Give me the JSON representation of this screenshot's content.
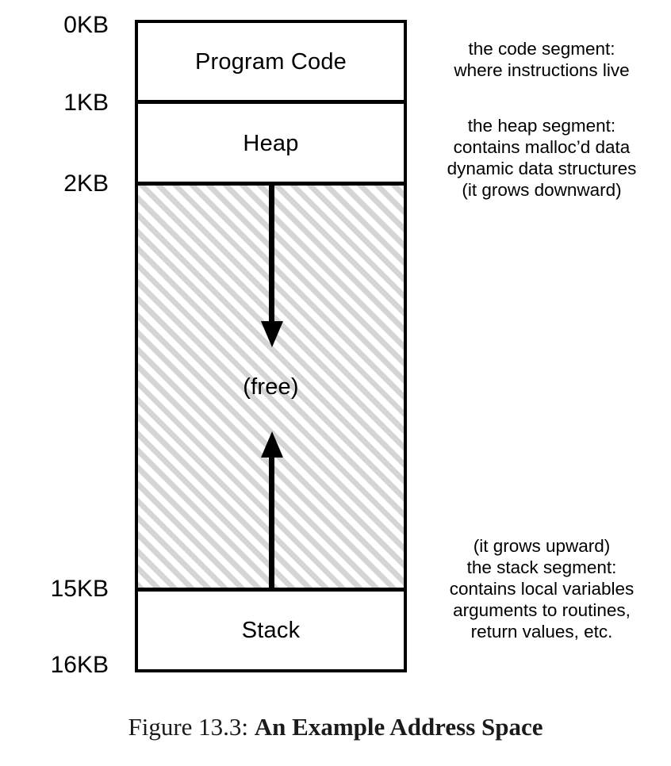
{
  "figure": {
    "caption_prefix": "Figure 13.3:",
    "caption_title": "An Example Address Space"
  },
  "axis": {
    "labels": [
      {
        "text": "0KB",
        "boundary": "top-of-code"
      },
      {
        "text": "1KB",
        "boundary": "code-heap"
      },
      {
        "text": "2KB",
        "boundary": "heap-free"
      },
      {
        "text": "15KB",
        "boundary": "free-stack"
      },
      {
        "text": "16KB",
        "boundary": "bottom-of-stack"
      }
    ]
  },
  "address_space": {
    "segments": [
      {
        "id": "code",
        "label": "Program Code",
        "fill": "white",
        "from": "0KB",
        "to": "1KB"
      },
      {
        "id": "heap",
        "label": "Heap",
        "fill": "white",
        "from": "1KB",
        "to": "2KB"
      },
      {
        "id": "free",
        "label": "(free)",
        "fill": "hatched",
        "from": "2KB",
        "to": "15KB"
      },
      {
        "id": "stack",
        "label": "Stack",
        "fill": "white",
        "from": "15KB",
        "to": "16KB"
      }
    ],
    "arrows": [
      {
        "id": "heap-growth",
        "direction": "down",
        "meaning": "heap grows downward"
      },
      {
        "id": "stack-growth",
        "direction": "up",
        "meaning": "stack grows upward"
      }
    ]
  },
  "annotations": {
    "code": "the code segment:\nwhere instructions live",
    "heap": "the heap segment:\ncontains malloc’d data\ndynamic data structures\n(it grows downward)",
    "stack": "(it grows upward)\nthe stack segment:\ncontains local variables\narguments to routines,\nreturn values, etc."
  },
  "colors": {
    "ink": "#000000",
    "background": "#ffffff",
    "hatch": "#d5d5d5",
    "caption_ink": "#1b1b1b"
  }
}
